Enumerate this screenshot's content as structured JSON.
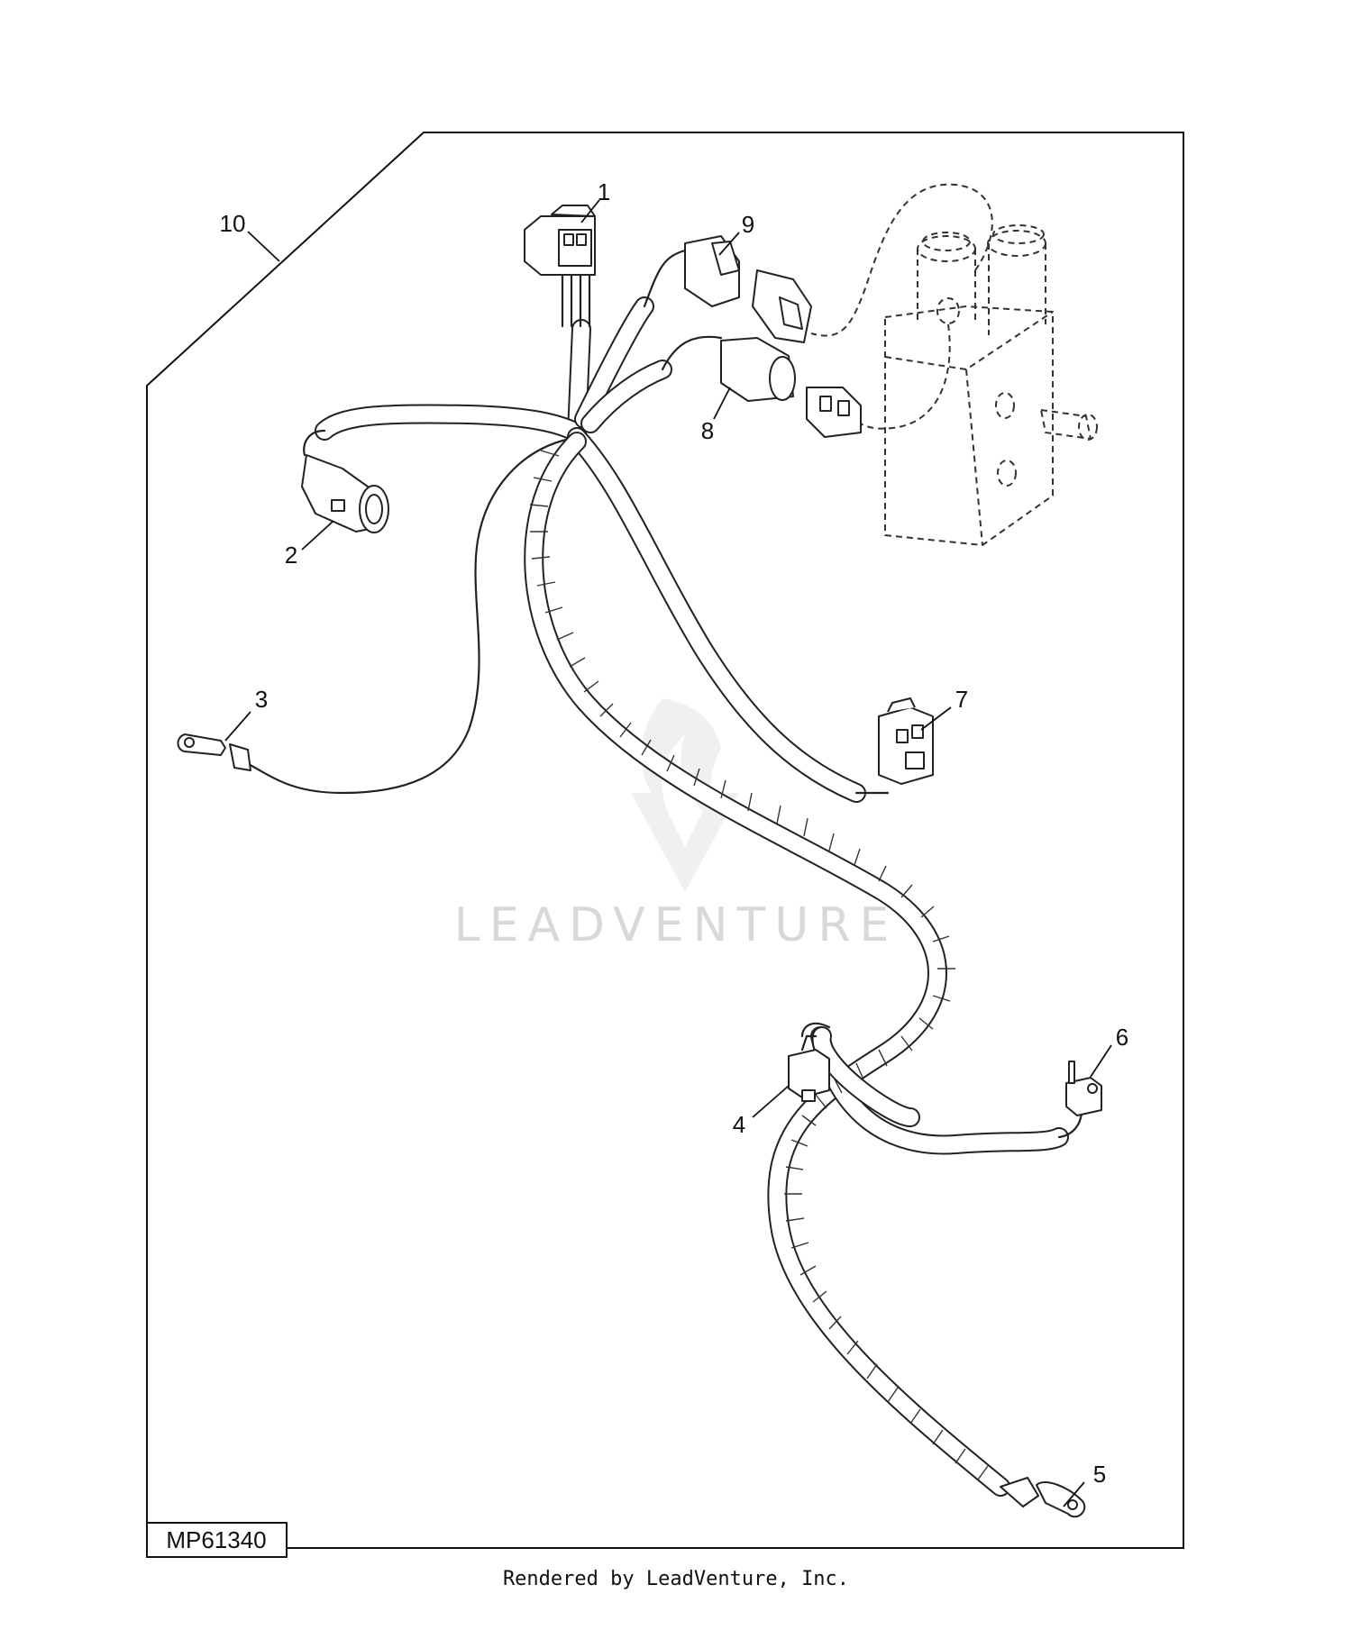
{
  "figure_id": "MP61340",
  "watermark": "LEADVENTURE",
  "footer": "Rendered by LeadVenture, Inc.",
  "callouts": [
    {
      "id": "1",
      "label": "1"
    },
    {
      "id": "2",
      "label": "2"
    },
    {
      "id": "3",
      "label": "3"
    },
    {
      "id": "4",
      "label": "4"
    },
    {
      "id": "5",
      "label": "5"
    },
    {
      "id": "6",
      "label": "6"
    },
    {
      "id": "7",
      "label": "7"
    },
    {
      "id": "8",
      "label": "8"
    },
    {
      "id": "9",
      "label": "9"
    },
    {
      "id": "10",
      "label": "10"
    }
  ]
}
